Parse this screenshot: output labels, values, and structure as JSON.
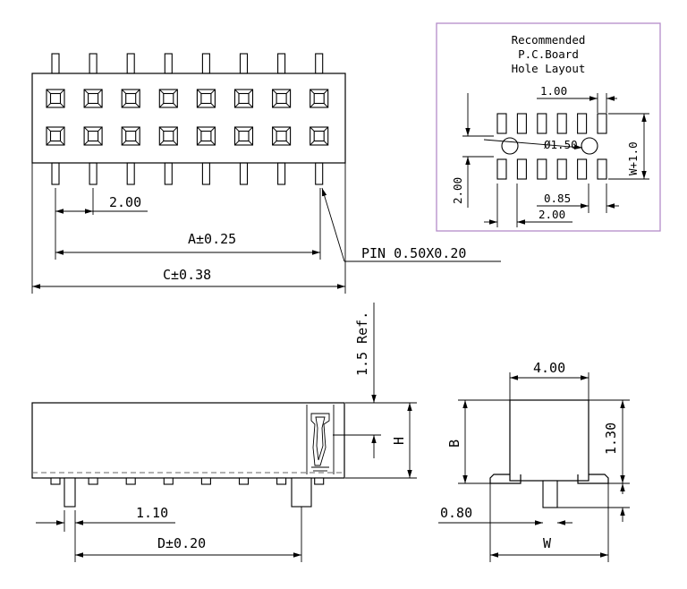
{
  "labels": {
    "pitch": "2.00",
    "a_dim": "A±0.25",
    "c_dim": "C±0.38",
    "pin": "PIN  0.50X0.20",
    "ref_height": "1.5  Ref.",
    "h_dim": "H",
    "pin_pitch_side": "1.10",
    "d_dim": "D±0.20",
    "width_top": "4.00",
    "b_dim": "B",
    "height_side": "1.30",
    "tail": "0.80",
    "w_dim": "W"
  },
  "pcb_layout": {
    "title_lines": [
      "Recommended",
      "P.C.Board",
      "Hole Layout"
    ],
    "pad_width": "1.00",
    "hole": "Ø1.50",
    "row_spacing": "W+1.0",
    "pitch_vertical": "2.00",
    "pad_gap": "0.85",
    "pitch_horizontal": "2.00"
  },
  "colors": {
    "line": "#000000",
    "frame": "#b48cc8"
  }
}
